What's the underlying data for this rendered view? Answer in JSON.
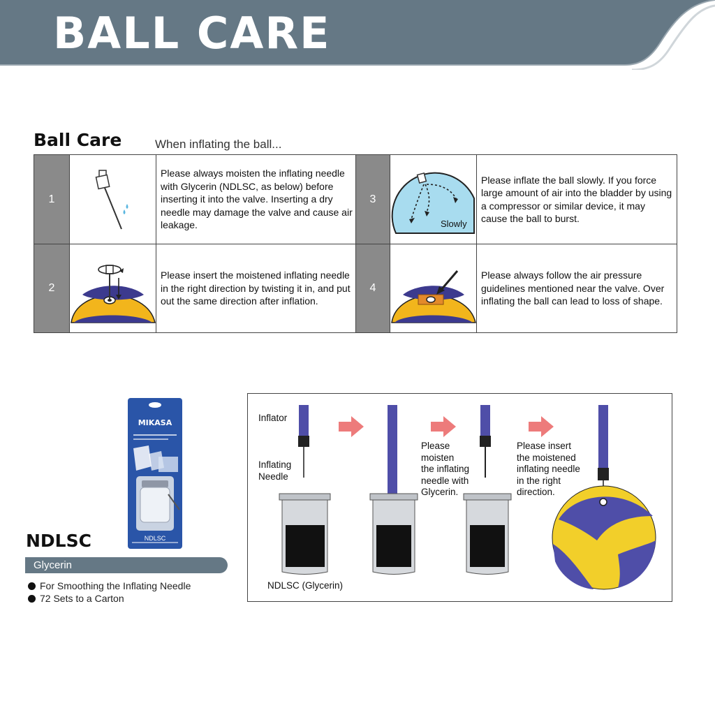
{
  "banner": {
    "title": "BALL CARE",
    "color": "#657885"
  },
  "section": {
    "title": "Ball Care",
    "subtitle": "When inflating the ball..."
  },
  "steps": [
    {
      "number": "1",
      "icon": "moistened-needle-icon",
      "text": "Please always moisten the inflating needle with Glycerin (NDLSC, as below) before inserting it into the valve. Inserting a dry needle may damage the valve and cause air leakage."
    },
    {
      "number": "2",
      "icon": "twist-needle-icon",
      "text": "Please insert the moistened inflating needle in the right direction by twisting it in, and put out the same direction after inflation."
    },
    {
      "number": "3",
      "icon": "slow-inflation-icon",
      "icon_label": "Slowly",
      "text": "Please inflate the ball slowly. If you force large amount of air into the bladder by using a compressor or similar device, it may cause the ball to burst."
    },
    {
      "number": "4",
      "icon": "valve-pressure-icon",
      "text": "Please always follow the air pressure guidelines mentioned near the valve. Over inflating the ball can lead to loss of shape."
    }
  ],
  "product": {
    "brand": "MIKASA",
    "package_label": "NDLSC",
    "code": "NDLSC",
    "name": "Glycerin",
    "features": [
      "For Smoothing the Inflating Needle",
      "72 Sets to a Carton"
    ]
  },
  "diagram": {
    "labels": {
      "inflator": "Inflator",
      "inflating_needle": "Inflating\nNeedle",
      "glycerin": "NDLSC (Glycerin)",
      "moisten": "Please\nmoisten\nthe inflating\nneedle with\nGlycerin.",
      "insert": "Please insert\nthe moistened\ninflating needle\nin the right\ndirection."
    }
  },
  "colors": {
    "accent": "#657885",
    "step_gray": "#8a8a8a",
    "ball_yellow": "#f2b51c",
    "ball_navy": "#3c3a8e",
    "arrow_red": "#e85a5a"
  }
}
